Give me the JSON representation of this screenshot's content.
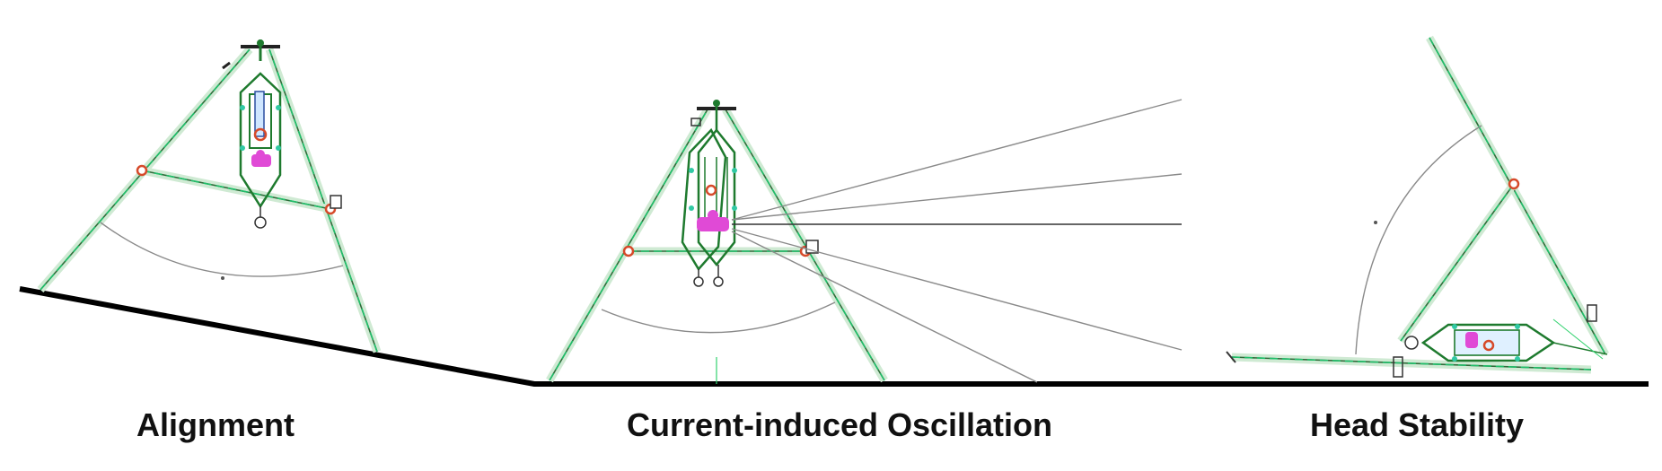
{
  "captions": {
    "alignment": "Alignment",
    "oscillation": "Current-induced Oscillation",
    "head_stability": "Head Stability"
  },
  "colors": {
    "frame_green": "#1e7a2e",
    "leg_fill": "#cfead3",
    "leg_center": "#1fbf6a",
    "instrument_pink": "#e04ad6",
    "ground": "#000000",
    "arc_gray": "#8a8a8a"
  }
}
